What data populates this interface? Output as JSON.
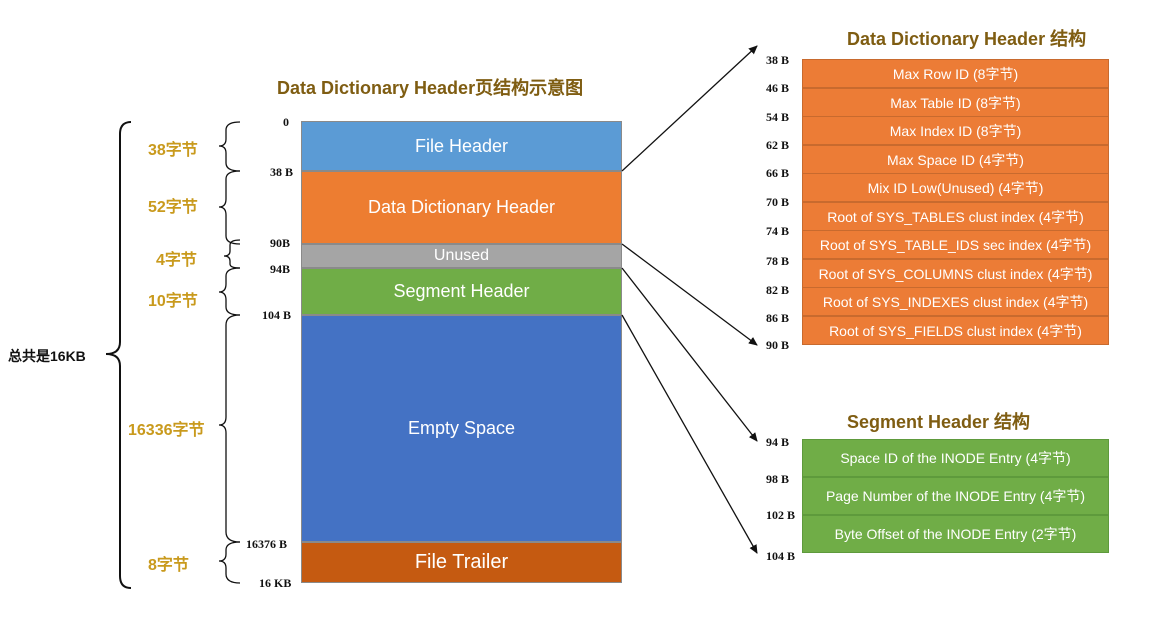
{
  "main_title": "Data Dictionary Header页结构示意图",
  "dd_title": "Data Dictionary Header 结构",
  "seg_title": "Segment Header 结构",
  "total": "总共是16KB",
  "blocks": {
    "file_header": "File Header",
    "dd_header": "Data Dictionary Header",
    "unused": "Unused",
    "segment_header": "Segment Header",
    "empty_space": "Empty Space",
    "file_trailer": "File Trailer"
  },
  "offsets": [
    "0",
    "38 B",
    "90B",
    "94B",
    "104 B",
    "16376 B",
    "16 KB"
  ],
  "sizes": [
    "38字节",
    "52字节",
    "4字节",
    "10字节",
    "16336字节",
    "8字节"
  ],
  "dd_offsets": [
    "38 B",
    "46 B",
    "54 B",
    "62 B",
    "66 B",
    "70 B",
    "74 B",
    "78 B",
    "82 B",
    "86 B",
    "90 B"
  ],
  "dd_rows": [
    "Max Row ID (8字节)",
    "Max Table ID (8字节)",
    "Max Index ID (8字节)",
    "Max Space ID (4字节)",
    "Mix ID Low(Unused) (4字节)",
    "Root of SYS_TABLES clust index (4字节)",
    "Root of SYS_TABLE_IDS sec index (4字节)",
    "Root of SYS_COLUMNS clust index (4字节)",
    "Root of SYS_INDEXES clust index (4字节)",
    "Root of SYS_FIELDS clust index (4字节)"
  ],
  "seg_offsets": [
    "94 B",
    "98 B",
    "102 B",
    "104 B"
  ],
  "seg_rows": [
    "Space ID of the INODE Entry (4字节)",
    "Page Number of the INODE Entry (4字节)",
    "Byte Offset of the INODE Entry (2字节)"
  ],
  "colors": {
    "file_header": "#5b9bd5",
    "dd_header": "#ed7d31",
    "unused": "#a5a5a5",
    "segment_header": "#70ad47",
    "empty_space": "#4472c4",
    "file_trailer": "#c55a11",
    "title": "#7f5d12",
    "size_label": "#c99a1d"
  }
}
